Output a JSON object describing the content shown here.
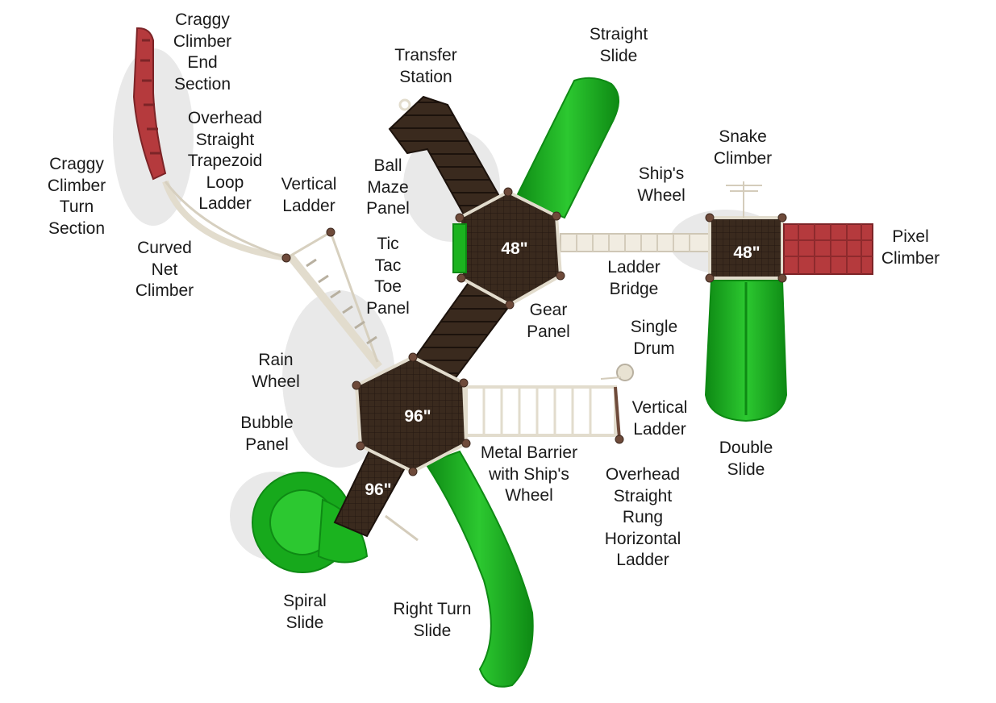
{
  "diagram": {
    "decks": {
      "hex_top": "48\"",
      "hex_main": "96\"",
      "rect_right": "48\"",
      "spiral_deck": "96\""
    },
    "labels": {
      "craggy_end": "Craggy\nClimber\nEnd\nSection",
      "overhead_trap": "Overhead\nStraight\nTrapezoid\nLoop\nLadder",
      "craggy_turn": "Craggy\nClimber\nTurn\nSection",
      "vertical_ladder_left": "Vertical\nLadder",
      "curved_net": "Curved\nNet\nClimber",
      "transfer_station": "Transfer\nStation",
      "straight_slide": "Straight\nSlide",
      "ball_maze": "Ball\nMaze\nPanel",
      "tic_tac_toe": "Tic\nTac\nToe\nPanel",
      "snake_climber": "Snake\nClimber",
      "ships_wheel": "Ship's\nWheel",
      "pixel_climber": "Pixel\nClimber",
      "ladder_bridge": "Ladder\nBridge",
      "gear_panel": "Gear\nPanel",
      "single_drum": "Single\nDrum",
      "rain_wheel": "Rain\nWheel",
      "vertical_ladder_right": "Vertical\nLadder",
      "bubble_panel": "Bubble\nPanel",
      "metal_barrier": "Metal Barrier\nwith Ship's\nWheel",
      "double_slide": "Double\nSlide",
      "overhead_rung": "Overhead\nStraight\nRung\nHorizontal\nLadder",
      "spiral_slide": "Spiral\nSlide",
      "right_turn_slide": "Right Turn\nSlide"
    },
    "colors": {
      "slide_green": "#1bb31f",
      "slide_green_dark": "#0e8a14",
      "deck_brown": "#3a2a1e",
      "deck_brown_dark": "#2a1d14",
      "frame_beige": "#e9e3d6",
      "climber_red": "#b53a3d",
      "post_brown": "#6e4a3a"
    }
  }
}
